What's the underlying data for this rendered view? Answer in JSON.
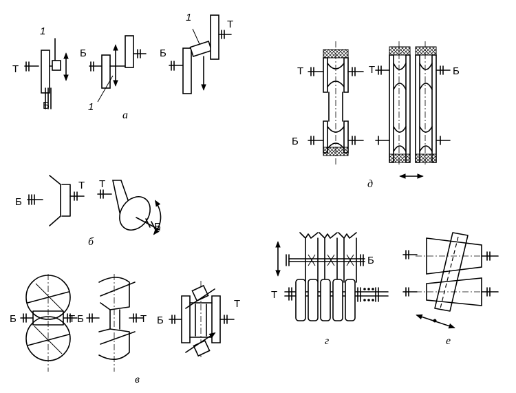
{
  "labels": {
    "t": "Т",
    "b": "Б",
    "one": "1"
  },
  "captions": {
    "a": "а",
    "b": "б",
    "v": "в",
    "g": "г",
    "d": "д",
    "e": "е"
  }
}
